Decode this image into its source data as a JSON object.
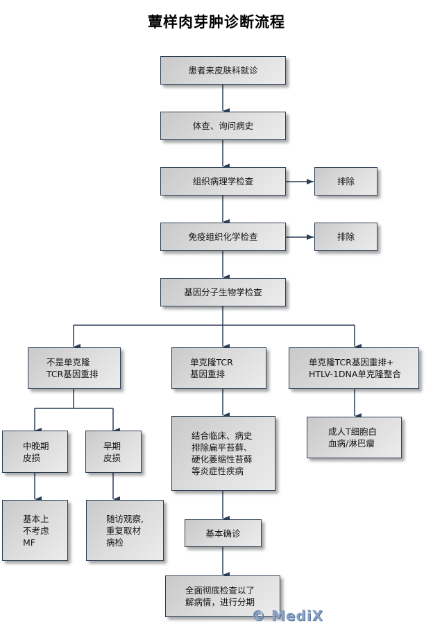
{
  "title": "蕈样肉芽肿诊断流程",
  "nodes": {
    "n1": "患者来皮肤科就诊",
    "n2": "体查、询问病史",
    "n3": "组织病理学检查",
    "n3_side": "排除",
    "n4": "免疫组织化学检查",
    "n4_side": "排除",
    "n5": "基因分子生物学检查",
    "b1": "不是单克隆\nTCR基因重排",
    "b2": "单克隆TCR\n基因重排",
    "b3": "单克隆TCR基因重排+\nHTLV-1DNA单克隆整合",
    "b1a": "中晚期\n皮损",
    "b1b": "早期\n皮损",
    "b1a_result": "基本上\n不考虑\nMF",
    "b1b_result": "随访观察,\n重复取材\n病检",
    "b2a": "结合临床、病史\n排除扁平苔藓、\n硬化萎缩性苔藓\n等炎症性疾病",
    "b2b": "基本确诊",
    "b2c": "全面彻底检查以了\n解病情，进行分期",
    "b3a": "成人T细胞白\n血病/淋巴瘤"
  },
  "edges": [
    [
      "n1",
      "n2"
    ],
    [
      "n2",
      "n3"
    ],
    [
      "n3",
      "n3_side"
    ],
    [
      "n3",
      "n4"
    ],
    [
      "n4",
      "n4_side"
    ],
    [
      "n4",
      "n5"
    ],
    [
      "n5",
      "b1"
    ],
    [
      "n5",
      "b2"
    ],
    [
      "n5",
      "b3"
    ],
    [
      "b1",
      "b1a"
    ],
    [
      "b1",
      "b1b"
    ],
    [
      "b1a",
      "b1a_result"
    ],
    [
      "b1b",
      "b1b_result"
    ],
    [
      "b2",
      "b2a"
    ],
    [
      "b2a",
      "b2b"
    ],
    [
      "b2b",
      "b2c"
    ],
    [
      "b3",
      "b3a"
    ]
  ],
  "colors": {
    "line": "#2b3d55",
    "box_border": "#2b3d55"
  },
  "watermark": "© MediX"
}
